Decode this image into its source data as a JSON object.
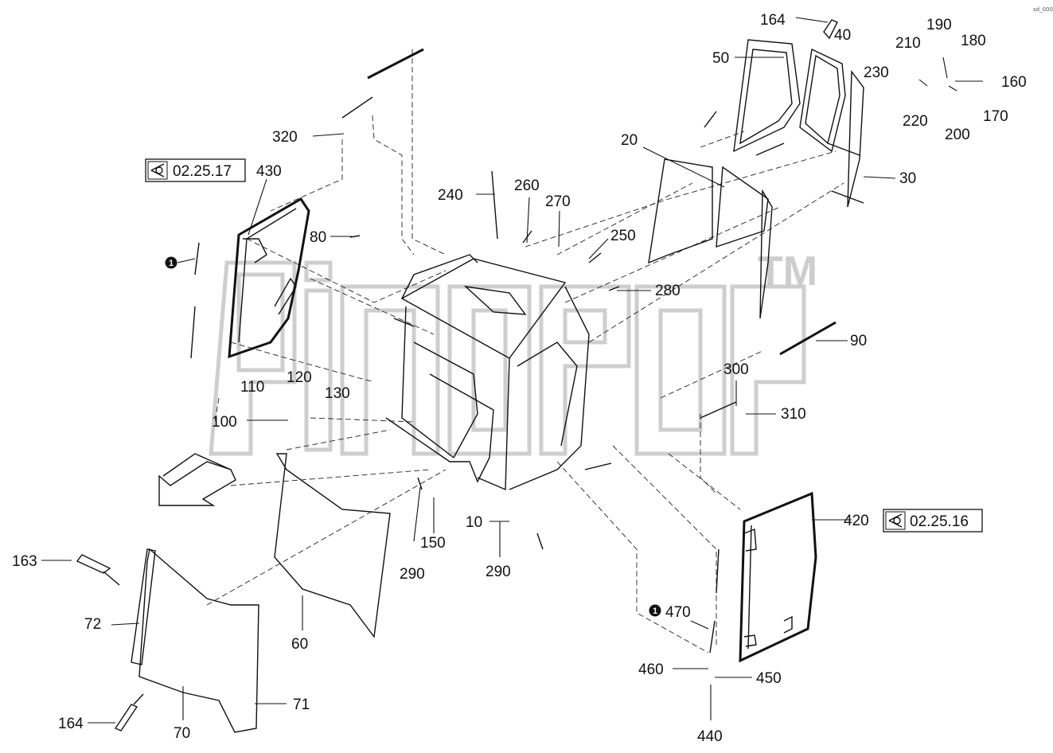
{
  "callouts": [
    {
      "id": "c164a",
      "text": "164"
    },
    {
      "id": "c40",
      "text": "40"
    },
    {
      "id": "c50",
      "text": "50"
    },
    {
      "id": "c210",
      "text": "210"
    },
    {
      "id": "c190",
      "text": "190"
    },
    {
      "id": "c180",
      "text": "180"
    },
    {
      "id": "c230",
      "text": "230"
    },
    {
      "id": "c160",
      "text": "160"
    },
    {
      "id": "c220",
      "text": "220"
    },
    {
      "id": "c200",
      "text": "200"
    },
    {
      "id": "c170",
      "text": "170"
    },
    {
      "id": "c320",
      "text": "320"
    },
    {
      "id": "c20",
      "text": "20"
    },
    {
      "id": "c30",
      "text": "30"
    },
    {
      "id": "c430",
      "text": "430"
    },
    {
      "id": "c240",
      "text": "240"
    },
    {
      "id": "c260",
      "text": "260"
    },
    {
      "id": "c270",
      "text": "270"
    },
    {
      "id": "c80",
      "text": "80"
    },
    {
      "id": "c250",
      "text": "250"
    },
    {
      "id": "c280",
      "text": "280"
    },
    {
      "id": "c90",
      "text": "90"
    },
    {
      "id": "c300",
      "text": "300"
    },
    {
      "id": "c110",
      "text": "110"
    },
    {
      "id": "c120",
      "text": "120"
    },
    {
      "id": "c130",
      "text": "130"
    },
    {
      "id": "c100",
      "text": "100"
    },
    {
      "id": "c310",
      "text": "310"
    },
    {
      "id": "c420",
      "text": "420"
    },
    {
      "id": "c163",
      "text": "163"
    },
    {
      "id": "c150",
      "text": "150"
    },
    {
      "id": "c10",
      "text": "10"
    },
    {
      "id": "c290a",
      "text": "290"
    },
    {
      "id": "c290b",
      "text": "290"
    },
    {
      "id": "c72",
      "text": "72"
    },
    {
      "id": "c60",
      "text": "60"
    },
    {
      "id": "c470",
      "text": "470"
    },
    {
      "id": "c460",
      "text": "460"
    },
    {
      "id": "c450",
      "text": "450"
    },
    {
      "id": "c71",
      "text": "71"
    },
    {
      "id": "c164b",
      "text": "164"
    },
    {
      "id": "c70",
      "text": "70"
    },
    {
      "id": "c440",
      "text": "440"
    }
  ],
  "references": {
    "left": "02.25.17",
    "right": "02.25.16"
  },
  "note_markers": {
    "left": "1",
    "right": "1"
  },
  "watermark": {
    "trademark": "TM"
  },
  "corner_text": "sd_0000"
}
